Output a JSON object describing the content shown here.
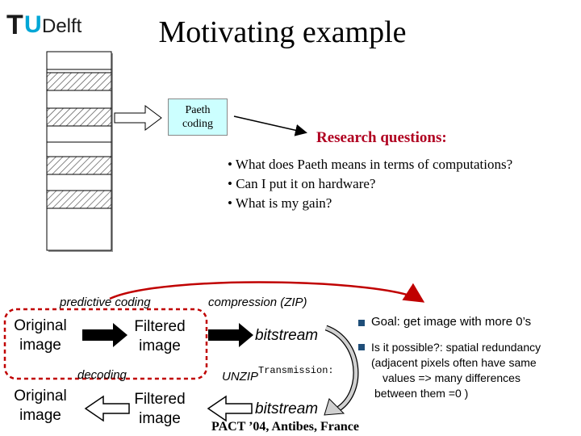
{
  "logo": {
    "letter_t": "T",
    "letter_u": "U",
    "word": "Delft"
  },
  "title": "Motivating example",
  "paeth_box": {
    "line1": "Paeth",
    "line2": "coding"
  },
  "research": {
    "heading": "Research questions:",
    "questions": [
      "• What does Paeth means in terms of computations?",
      "• Can I put it on hardware?",
      "• What is my gain?"
    ]
  },
  "flow": {
    "predictive_label": "predictive coding",
    "compression_label": "compression (ZIP)",
    "decoding_label": "decoding",
    "unzip_label": "UNZIP",
    "transmission_label": "Transmission:",
    "original_top": {
      "line1": "Original",
      "line2": "image"
    },
    "filtered_top": {
      "line1": "Filtered",
      "line2": "image"
    },
    "original_bottom": {
      "line1": "Original",
      "line2": "image"
    },
    "filtered_bottom": {
      "line1": "Filtered",
      "line2": "image"
    },
    "bitstream_top": "bitstream",
    "bitstream_bottom": "bitstream"
  },
  "goals": [
    {
      "lines": [
        "Goal: get  image  with more 0’s"
      ]
    },
    {
      "lines": [
        "Is it possible?: spatial redundancy",
        "(adjacent pixels often have same",
        "values => many differences",
        "between them =0 )"
      ]
    }
  ],
  "footer": "PACT ’04, Antibes, France",
  "colors": {
    "accent_red": "#b00020",
    "paeth_fill": "#ccffff",
    "bullet_blue": "#1f4e79",
    "logo_cyan": "#00a6d6"
  }
}
